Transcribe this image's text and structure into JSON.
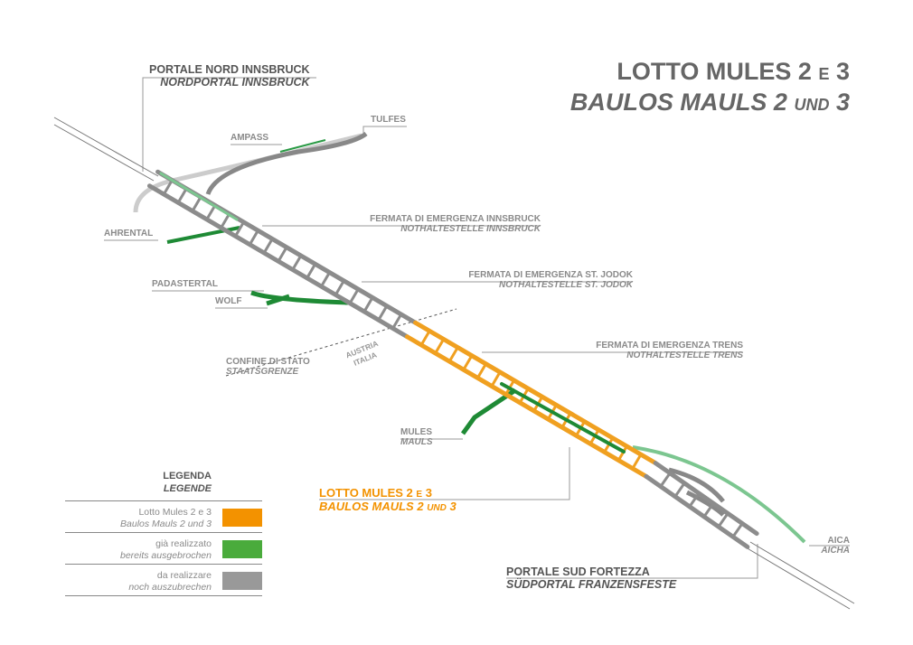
{
  "title": {
    "line1": "LOTTO MULES 2",
    "line1_e": "E",
    "line1_n": "3",
    "line2": "BAULOS MAULS 2",
    "line2_und": "UND",
    "line2_n": "3"
  },
  "labels": {
    "portale_nord": {
      "it": "PORTALE NORD INNSBRUCK",
      "de": "NORDPORTAL INNSBRUCK"
    },
    "tulfes": "TULFES",
    "ampass": "AMPASS",
    "ahrental": "AHRENTAL",
    "fermata_innsbruck": {
      "it": "FERMATA DI EMERGENZA INNSBRUCK",
      "de": "NOTHALTESTELLE INNSBRUCK"
    },
    "fermata_jodok": {
      "it": "FERMATA DI EMERGENZA ST. JODOK",
      "de": "NOTHALTESTELLE ST. JODOK"
    },
    "padastertal": "PADASTERTAL",
    "wolf": "WOLF",
    "confine": {
      "it": "CONFINE DI STATO",
      "de": "STAATSGRENZE"
    },
    "austria": "AUSTRIA",
    "italia": "ITALIA",
    "fermata_trens": {
      "it": "FERMATA DI EMERGENZA TRENS",
      "de": "NOTHALTESTELLE TRENS"
    },
    "mules": {
      "it": "MULES",
      "de": "MAULS"
    },
    "lotto": {
      "it": "LOTTO MULES 2",
      "it_e": "E",
      "it_n": "3",
      "de": "BAULOS MAULS 2",
      "de_und": "UND",
      "de_n": "3"
    },
    "aica": {
      "it": "AICA",
      "de": "AICHA"
    },
    "portale_sud": {
      "it": "PORTALE SUD FORTEZZA",
      "de": "SÜDPORTAL FRANZENSFESTE"
    }
  },
  "legend": {
    "title_it": "LEGENDA",
    "title_de": "LEGENDE",
    "items": [
      {
        "it": "Lotto Mules 2 e 3",
        "de": "Baulos Mauls 2 und 3",
        "color": "#f39200"
      },
      {
        "it": "già realizzato",
        "de": "bereits ausgebrochen",
        "color": "#4aab3c"
      },
      {
        "it": "da realizzare",
        "de": "noch auszubrechen",
        "color": "#999999"
      }
    ]
  },
  "colors": {
    "grey": "#8c8c8c",
    "orange": "#f0a020",
    "green": "#1e8a35",
    "lightgreen": "#7cc690"
  }
}
